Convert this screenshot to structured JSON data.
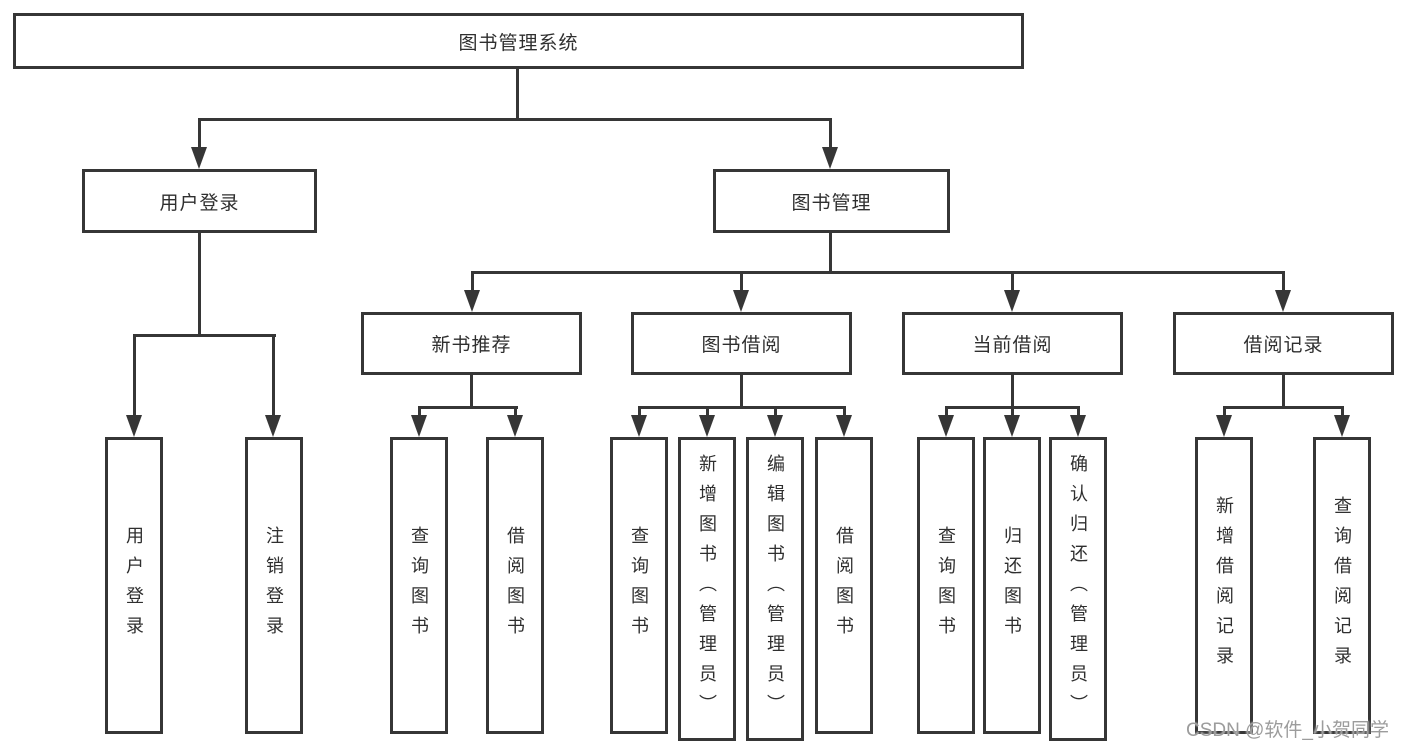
{
  "diagram": {
    "root": {
      "label": "图书管理系统"
    },
    "level2": [
      {
        "label": "用户登录"
      },
      {
        "label": "图书管理"
      }
    ],
    "level3": [
      {
        "label": "新书推荐"
      },
      {
        "label": "图书借阅"
      },
      {
        "label": "当前借阅"
      },
      {
        "label": "借阅记录"
      }
    ],
    "leaves": {
      "user_login": [
        {
          "label": "用户登录"
        },
        {
          "label": "注销登录"
        }
      ],
      "new_book": [
        {
          "label": "查询图书"
        },
        {
          "label": "借阅图书"
        }
      ],
      "book_borrow": [
        {
          "label": "查询图书"
        },
        {
          "label": "新增图书（管理员）"
        },
        {
          "label": "编辑图书（管理员）"
        },
        {
          "label": "借阅图书"
        }
      ],
      "current_borrow": [
        {
          "label": "查询图书"
        },
        {
          "label": "归还图书"
        },
        {
          "label": "确认归还（管理员）"
        }
      ],
      "borrow_record": [
        {
          "label": "新增借阅记录"
        },
        {
          "label": "查询借阅记录"
        }
      ]
    },
    "watermark": "CSDN @软件_小贺同学",
    "colors": {
      "line": "#363636",
      "text": "#2f2f2f",
      "watermark": "#9c9c9c",
      "background": "#ffffff"
    }
  }
}
